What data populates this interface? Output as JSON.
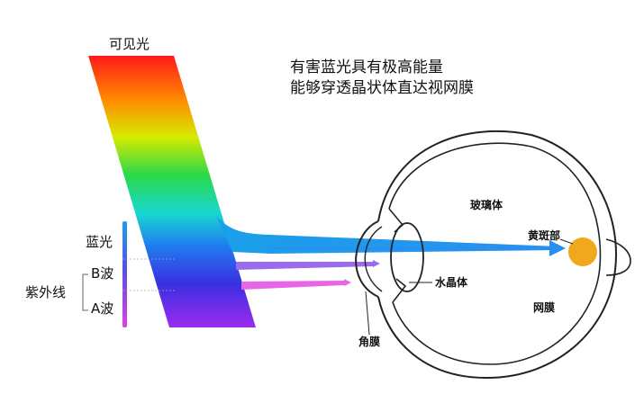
{
  "spectrum": {
    "label": "可见光"
  },
  "headline": {
    "line1": "有害蓝光具有极高能量",
    "line2": "能够穿透晶状体直达视网膜"
  },
  "bands": {
    "blue_light": "蓝光",
    "ultraviolet": "紫外线",
    "uvb": "B波",
    "uva": "A波"
  },
  "eye": {
    "vitreous": "玻璃体",
    "macula": "黄斑部",
    "lens": "水晶体",
    "retina": "网膜",
    "cornea": "角膜"
  },
  "colors": {
    "blue_ray": "#1aa0ea",
    "violet_ray": "#9b6cf0",
    "pink_ray": "#e866e6",
    "macula": "#f0a81c",
    "outline": "#222222"
  }
}
